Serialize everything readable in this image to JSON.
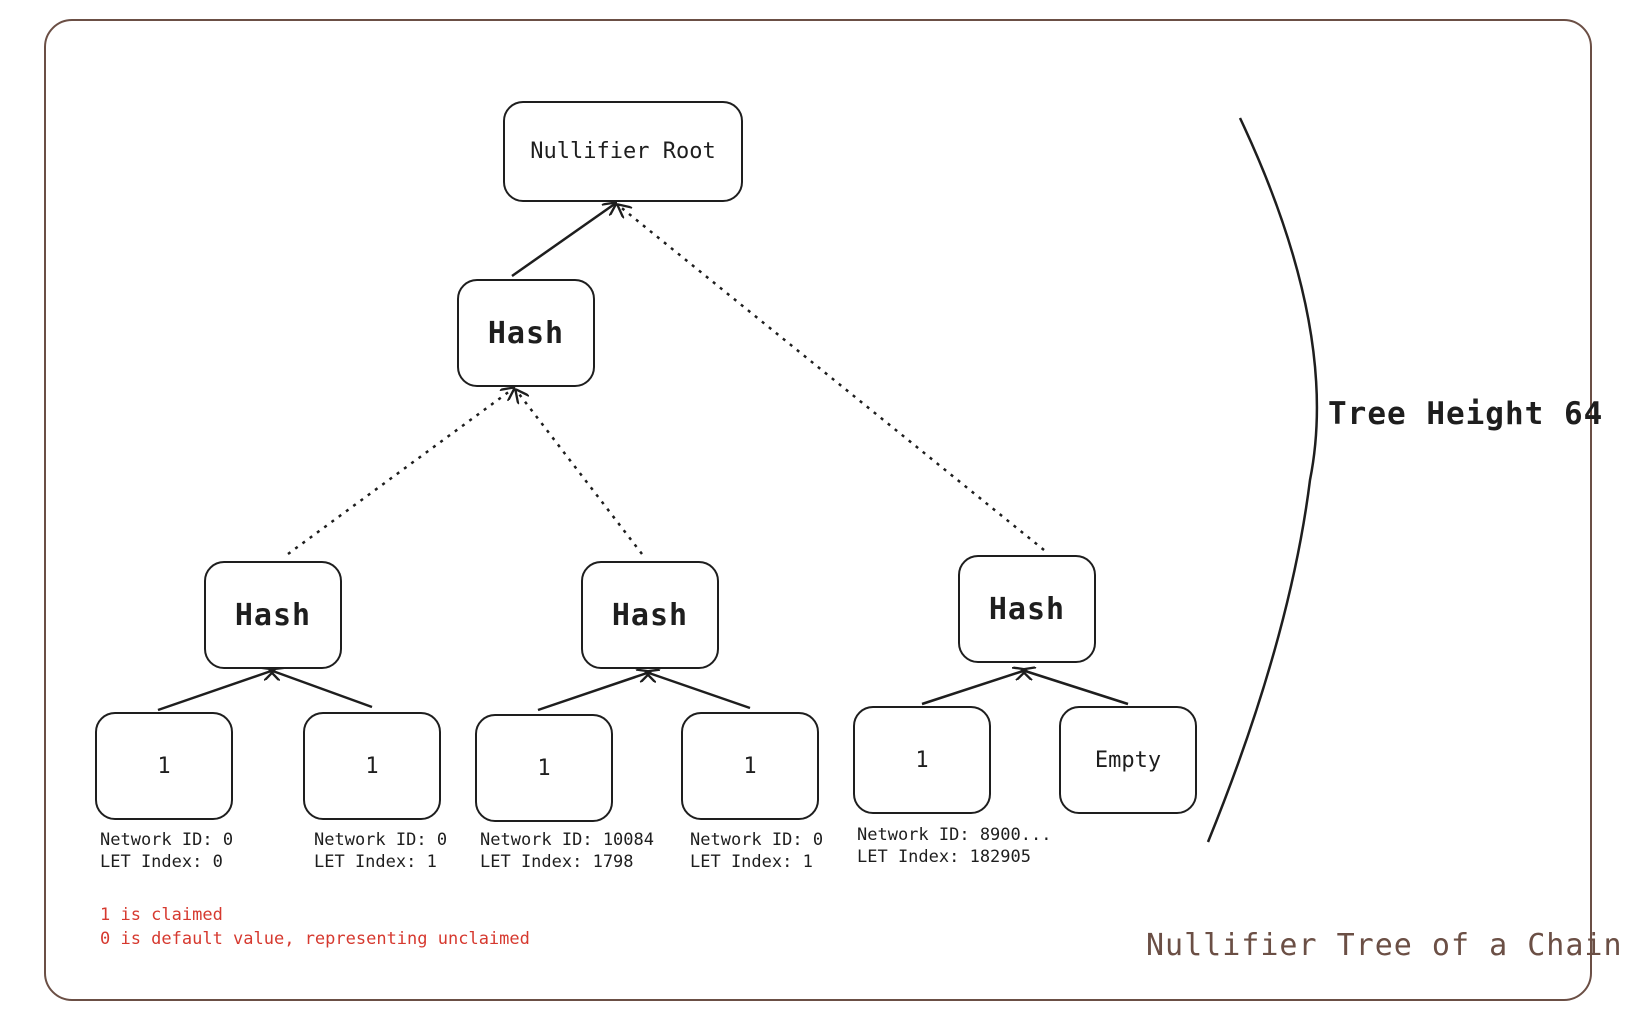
{
  "root": {
    "label": "Nullifier Root"
  },
  "level1_hash": {
    "label": "Hash"
  },
  "level2_hashes": [
    {
      "label": "Hash"
    },
    {
      "label": "Hash"
    },
    {
      "label": "Hash"
    }
  ],
  "leaves": [
    {
      "value": "1",
      "network_id": "Network ID: 0",
      "let_index": "LET Index: 0"
    },
    {
      "value": "1",
      "network_id": "Network ID: 0",
      "let_index": "LET Index: 1"
    },
    {
      "value": "1",
      "network_id": "Network ID: 10084",
      "let_index": "LET Index: 1798"
    },
    {
      "value": "1",
      "network_id": "Network ID: 0",
      "let_index": "LET Index: 1"
    },
    {
      "value": "1",
      "network_id": "Network ID: 8900...",
      "let_index": "LET Index: 182905"
    },
    {
      "value": "Empty"
    }
  ],
  "legend": {
    "line1": "1 is claimed",
    "line2": "0 is default value, representing unclaimed"
  },
  "tree_height_label": "Tree Height 64",
  "caption": "Nullifier Tree of a Chain",
  "colors": {
    "stroke": "#1e1e1e",
    "legend": "#d6392f",
    "frame": "#6b4f45",
    "caption": "#6b4f45"
  }
}
